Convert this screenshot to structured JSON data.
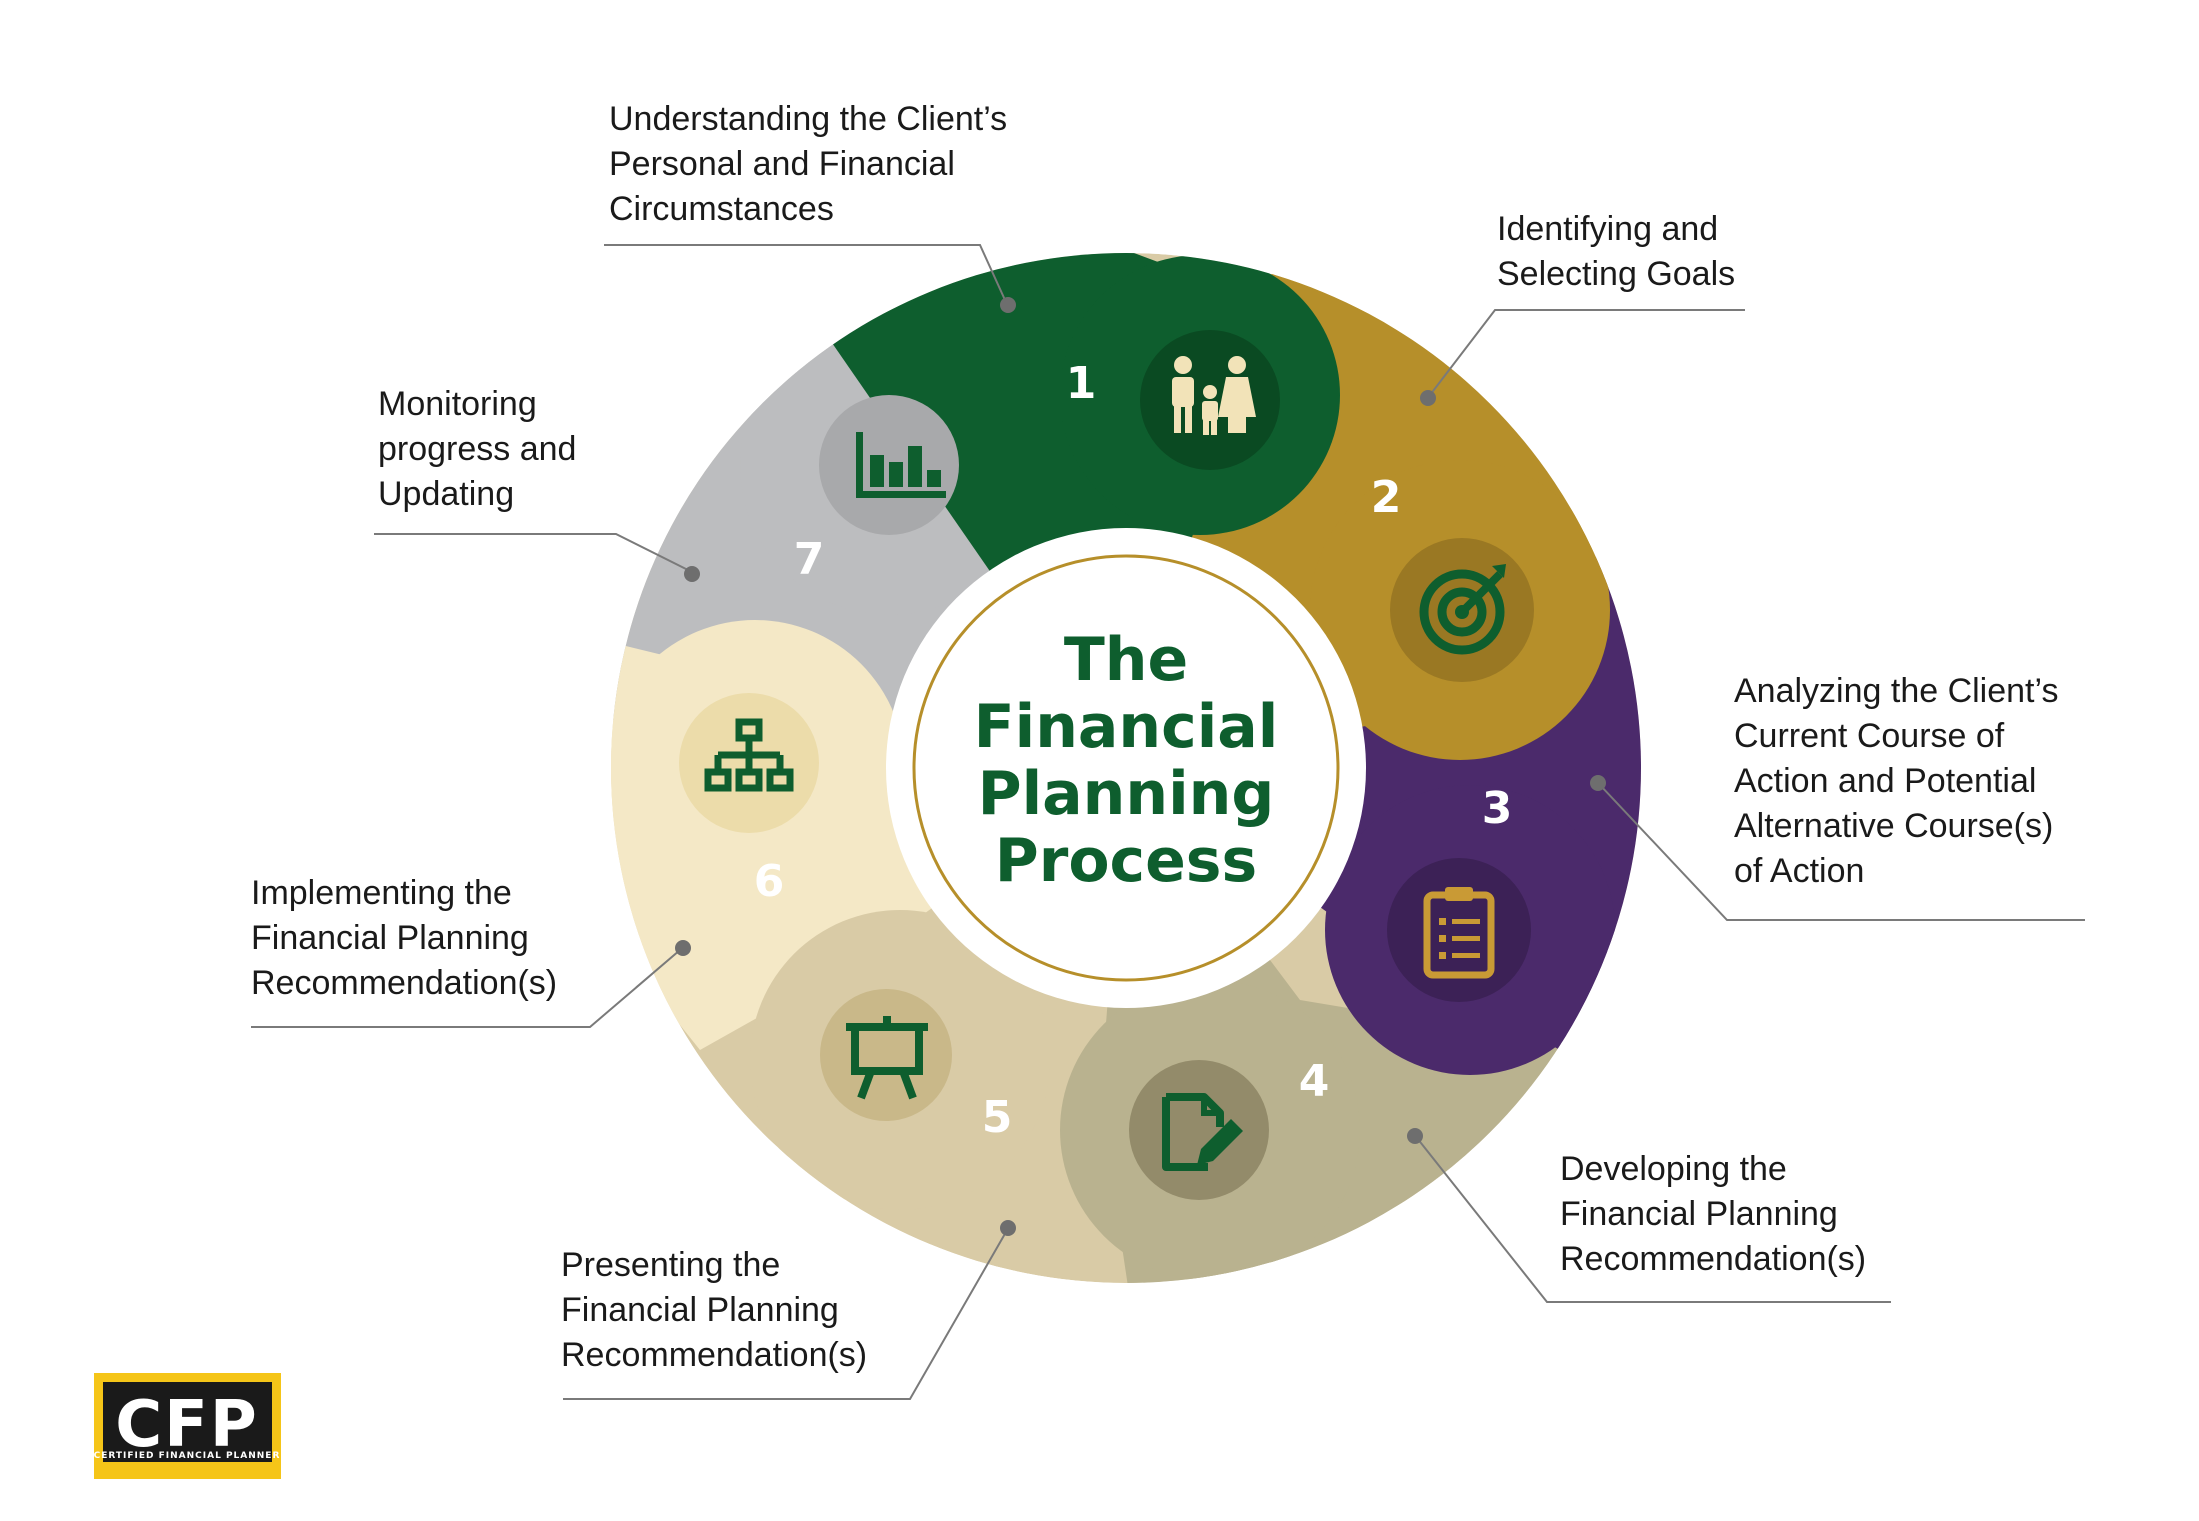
{
  "center": {
    "title_lines": [
      "The",
      "Financial",
      "Planning",
      "Process"
    ]
  },
  "steps": [
    {
      "number": "1",
      "icon": "family-icon",
      "color": "#0e5e2e",
      "label_lines": [
        "Understanding the Client’s",
        "Personal and Financial",
        "Circumstances"
      ]
    },
    {
      "number": "2",
      "icon": "target-icon",
      "color": "#b68f2a",
      "label_lines": [
        "Identifying and",
        "Selecting Goals"
      ]
    },
    {
      "number": "3",
      "icon": "clipboard-icon",
      "color": "#4b2a6b",
      "label_lines": [
        "Analyzing the Client’s",
        "Current Course of",
        "Action and Potential",
        "Alternative Course(s)",
        "of Action"
      ]
    },
    {
      "number": "4",
      "icon": "edit-document-icon",
      "color": "#b9b28f",
      "label_lines": [
        "Developing the",
        "Financial Planning",
        "Recommendation(s)"
      ]
    },
    {
      "number": "5",
      "icon": "presentation-easel-icon",
      "color": "#d9cba6",
      "label_lines": [
        "Presenting the",
        "Financial Planning",
        "Recommendation(s)"
      ]
    },
    {
      "number": "6",
      "icon": "org-chart-icon",
      "color": "#f4e8c6",
      "label_lines": [
        "Implementing the",
        "Financial Planning",
        "Recommendation(s)"
      ]
    },
    {
      "number": "7",
      "icon": "bar-chart-icon",
      "color": "#bcbdbf",
      "label_lines": [
        "Monitoring",
        "progress and",
        "Updating"
      ]
    }
  ],
  "logo": {
    "text": "CFP",
    "subtext": "CERTIFIED FINANCIAL PLANNER",
    "color": "#f5c518"
  }
}
